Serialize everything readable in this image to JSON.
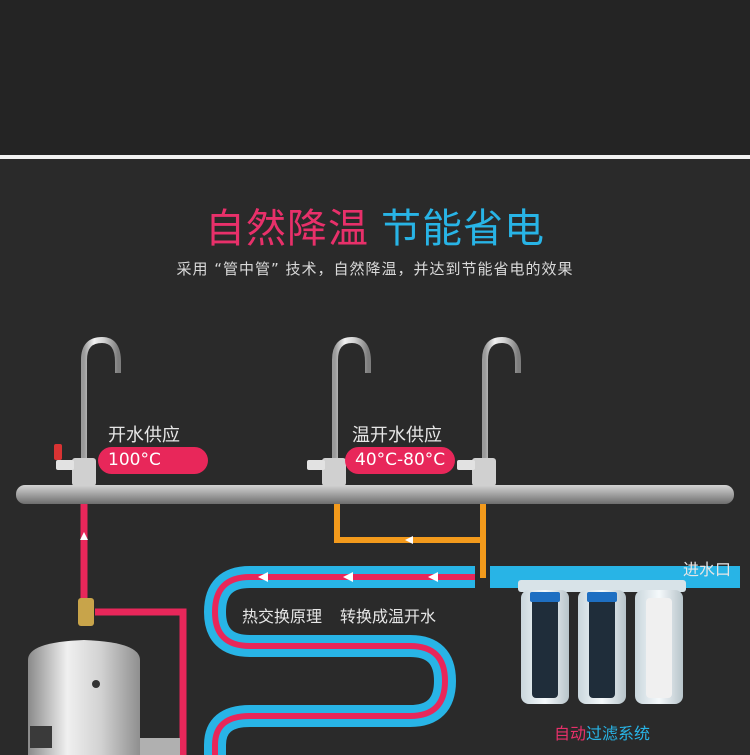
{
  "title": {
    "part1": "自然降温",
    "part2": "节能省电"
  },
  "subtitle": "采用 “管中管” 技术，自然降温，并达到节能省电的效果",
  "labels": {
    "hot_supply": "开水供应",
    "hot_temp": "100°C",
    "warm_supply": "温开水供应",
    "warm_temp": "40°C-80°C",
    "inlet": "进水口",
    "heat_exchange": "热交换原理",
    "convert": "转换成温开水",
    "auto": "自动",
    "filter_system": "过滤系统"
  },
  "colors": {
    "background": "#2a2a2a",
    "hot_pipe": "#e8275a",
    "cold_pipe": "#28b4e6",
    "warm_pipe": "#f39a1c",
    "main_pipe": "#a9a9a9"
  },
  "icons": [
    "faucet-icon",
    "boiler-tank-icon",
    "filter-cartridge-icon",
    "flow-arrow-icon"
  ]
}
